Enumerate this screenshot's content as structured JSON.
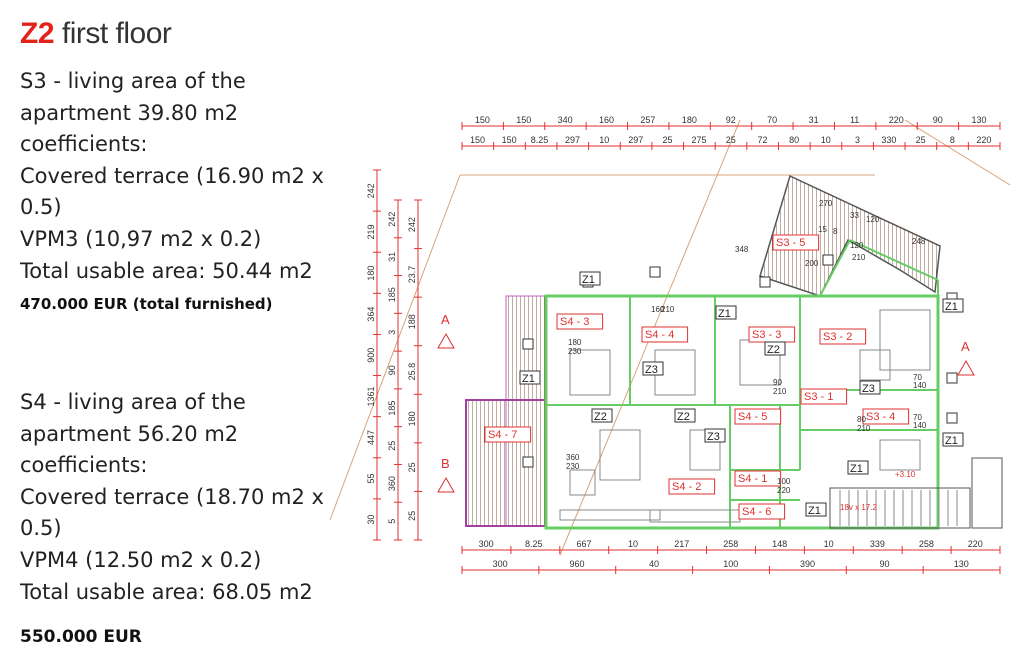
{
  "header": {
    "code": "Z2",
    "title": "first floor"
  },
  "s3": {
    "lines": [
      "S3 - living area of the",
      "apartment 39.80 m2",
      "coefficients:",
      "Covered terrace (16.90 m2 x",
      "0.5)",
      "VPM3 (10,97 m2 x 0.2)",
      "Total usable area: 50.44 m2"
    ],
    "price": "470.000 EUR (total furnished)"
  },
  "s4": {
    "lines": [
      "S4 - living area of the",
      "apartment 56.20 m2",
      "coefficients:",
      "Covered terrace (18.70 m2 x",
      "0.5)",
      "VPM4 (12.50 m2 x 0.2)",
      "Total usable area: 68.05 m2"
    ],
    "price": "550.000 EUR"
  },
  "plan": {
    "colors": {
      "wall": "#66cc66",
      "dim": "#e03030",
      "label": "#e03030",
      "terrace": "#a040a0",
      "thin": "#333333",
      "guide": "#d9a37a"
    },
    "dims_top1": [
      "150",
      "150",
      "340",
      "160",
      "257",
      "180",
      "92",
      "70",
      "31",
      "11",
      "220",
      "90",
      "130"
    ],
    "dims_top2": [
      "150",
      "150",
      "8.25",
      "297",
      "10",
      "297",
      "25",
      "275",
      "25",
      "72",
      "80",
      "10",
      "3",
      "330",
      "25",
      "8",
      "220"
    ],
    "dims_left1": [
      "242",
      "219",
      "180",
      "364",
      "900",
      "1361",
      "447",
      "55",
      "30"
    ],
    "dims_left2": [
      "242",
      "31",
      "185",
      "3",
      "90",
      "185",
      "25",
      "360",
      "5"
    ],
    "dims_left3": [
      "242",
      "23.7",
      "188",
      "25.8",
      "180",
      "25",
      "25"
    ],
    "dims_bottom1": [
      "300",
      "8.25",
      "667",
      "10",
      "217",
      "258",
      "148",
      "10",
      "339",
      "258",
      "220"
    ],
    "dims_bottom2": [
      "300",
      "960",
      "40",
      "100",
      "390",
      "90",
      "130"
    ],
    "rooms": [
      "S4 - 3",
      "S4 - 4",
      "S3 - 3",
      "S3 - 2",
      "S3 - 5",
      "S4 - 7",
      "S4 - 5",
      "S3 - 1",
      "S3 - 4",
      "S4 - 2",
      "S4 - 1",
      "S4 - 6"
    ],
    "zones": [
      "Z1",
      "Z1",
      "Z1",
      "Z1",
      "Z1",
      "Z1",
      "Z1",
      "Z2",
      "Z2",
      "Z2",
      "Z3",
      "Z3",
      "Z3"
    ],
    "section_labels": [
      "A",
      "A",
      "B"
    ],
    "annotations": [
      "180",
      "230",
      "360",
      "230",
      "160",
      "210",
      "90",
      "210",
      "80",
      "210",
      "70",
      "140",
      "70",
      "140",
      "100",
      "220",
      "120",
      "210",
      "270",
      "33",
      "120",
      "248",
      "348",
      "200",
      "15",
      "8",
      "+3.10",
      "18v x 17.2"
    ]
  }
}
